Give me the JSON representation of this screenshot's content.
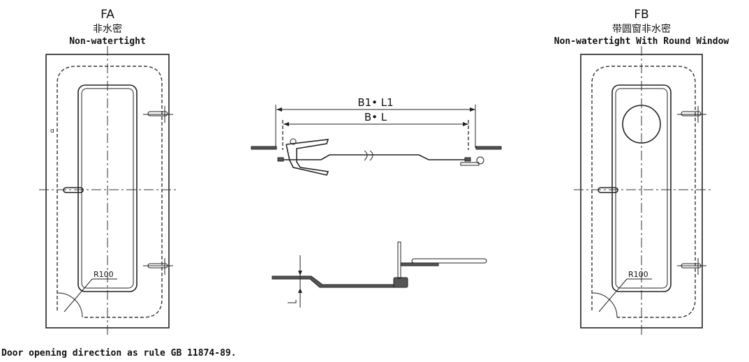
{
  "door_fa": {
    "code": "FA",
    "name_cn": "非水密",
    "name_en": "Non-watertight",
    "radius_label": "R100"
  },
  "door_fb": {
    "code": "FB",
    "name_cn": "带圆窗非水密",
    "name_en": "Non-watertight With Round Window",
    "radius_label": "R100"
  },
  "section": {
    "outer_dim_label": "B1• L1",
    "inner_dim_label": "B• L"
  },
  "note": "Door opening direction as rule GB 11874-89."
}
